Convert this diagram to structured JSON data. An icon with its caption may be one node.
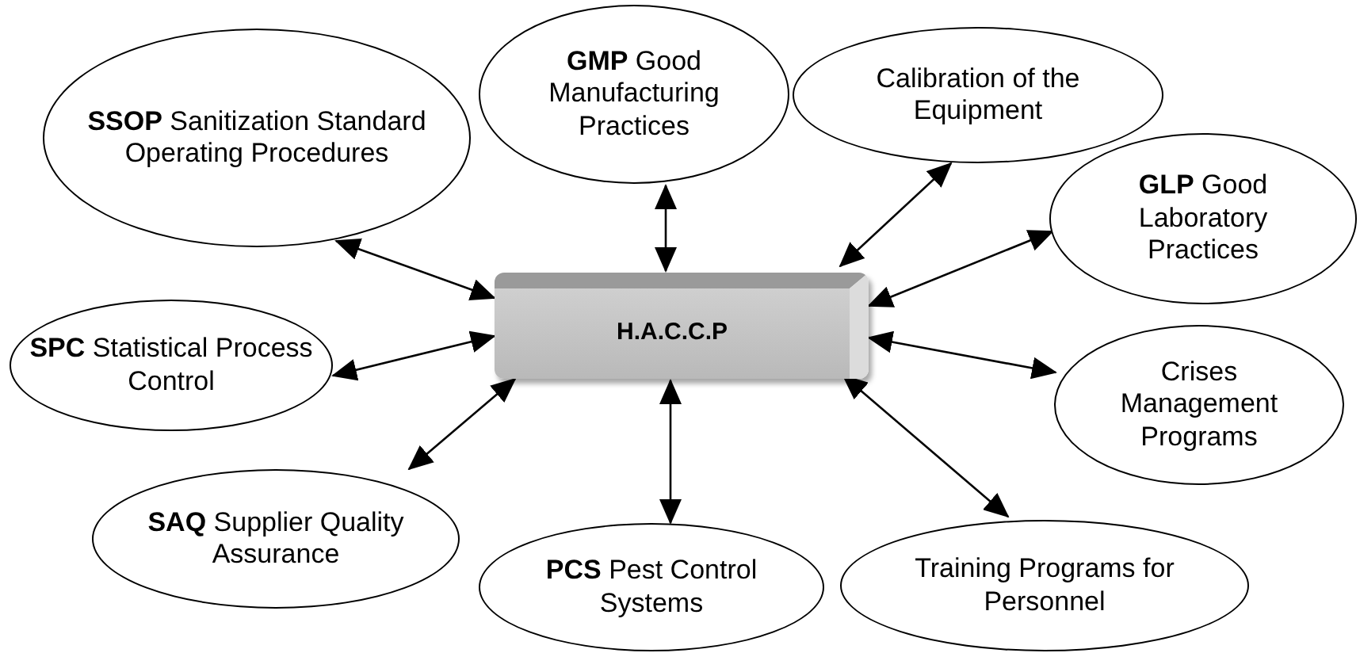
{
  "diagram": {
    "nodes": [
      {
        "text": [
          "**SSOP** Sanitization Standard Operating Procedures"
        ]
      },
      {
        "text": [
          "**GMP** Good Manufacturing Practices"
        ]
      },
      {
        "text": [
          "Calibration of the Equipment"
        ]
      },
      {
        "text": [
          "**GLP** Good Laboratory Practices"
        ]
      },
      {
        "text": [
          "H.A.C.C.P"
        ]
      },
      {
        "text": [
          "**SPC** Statistical Process Control"
        ]
      },
      {
        "text": [
          "Crises Management Programs"
        ]
      },
      {
        "text": [
          "**SAQ** Supplier Quality Assurance"
        ]
      },
      {
        "text": [
          "**PCS** Pest Control Systems"
        ]
      },
      {
        "text": [
          "Training Programs for Personnel"
        ]
      }
    ],
    "edges": [
      {
        "from": 4,
        "to": 0,
        "arrow": "both"
      },
      {
        "from": 4,
        "to": 1,
        "arrow": "both"
      },
      {
        "from": 4,
        "to": 2,
        "arrow": "both"
      },
      {
        "from": 4,
        "to": 3,
        "arrow": "both"
      },
      {
        "from": 4,
        "to": 5,
        "arrow": "both"
      },
      {
        "from": 4,
        "to": 6,
        "arrow": "both"
      },
      {
        "from": 4,
        "to": 7,
        "arrow": "both"
      },
      {
        "from": 4,
        "to": 8,
        "arrow": "both"
      },
      {
        "from": 4,
        "to": 9,
        "arrow": "both"
      }
    ]
  }
}
